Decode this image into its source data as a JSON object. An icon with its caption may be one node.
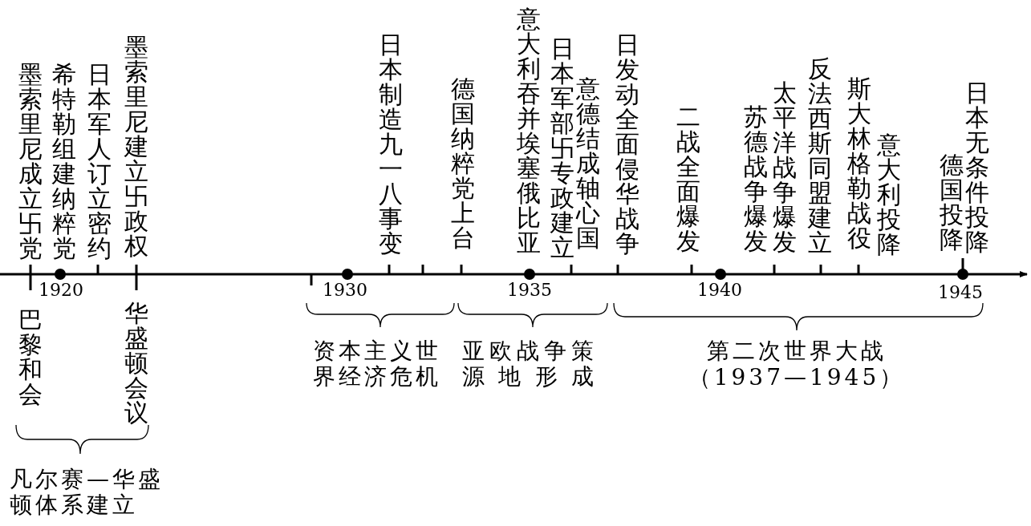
{
  "diagram": {
    "labels": [
      "墨索里尼成立卐党",
      "希特勒组建纳粹党",
      "日本军人订立密约",
      "墨索里尼建立卐政权",
      "日本制造九一八事变",
      "德国纳粹党上台",
      "意大利吞并埃塞俄比亚",
      "日本军部卐专政建立",
      "意德结成轴心国",
      "日发动全面侵华战争",
      "二战全面爆发",
      "苏德战争爆发",
      "太平洋战争爆发",
      "反法西斯同盟建立",
      "斯大林格勒战役",
      "意大利投降",
      "德国投降",
      "日本无条件投降",
      "1920",
      "1930",
      "1935",
      "1940",
      "1945",
      "巴黎和会",
      "华盛顿会议",
      "资本主义世界经济危机",
      "亚欧战争策源地形成",
      "第二次世界大战",
      "（1937—1945）",
      "凡尔赛—华盛顿体系建立"
    ]
  }
}
